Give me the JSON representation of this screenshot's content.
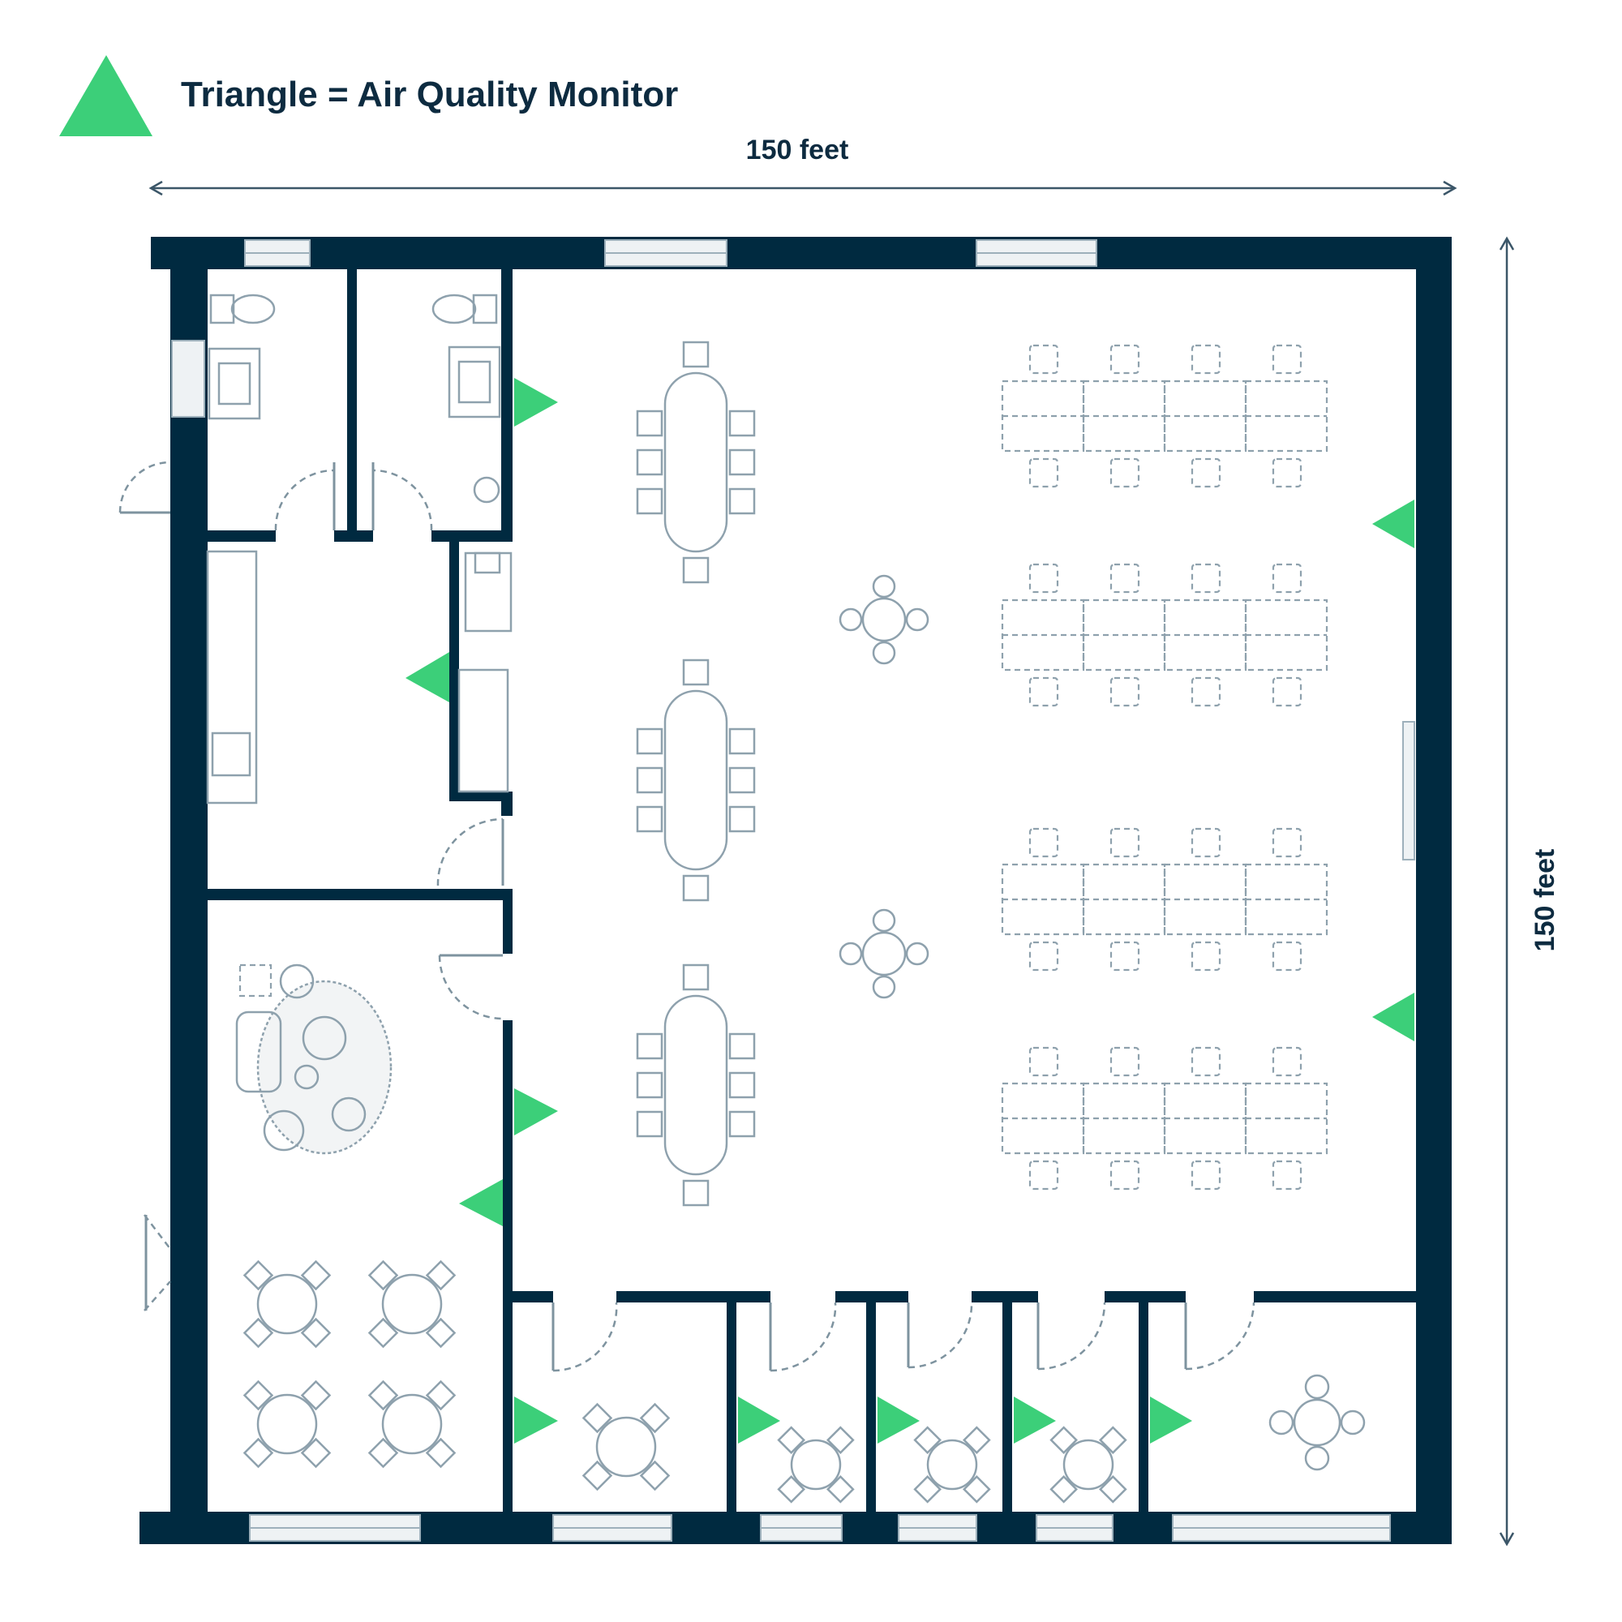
{
  "legend": {
    "text": "Triangle = Air Quality Monitor",
    "symbol": "triangle-icon",
    "color": "#3ccf79"
  },
  "dimensions": {
    "width_label": "150 feet",
    "height_label": "150 feet"
  },
  "colors": {
    "wall": "#002a40",
    "furniture": "#8ea1ad",
    "monitor": "#3ccf79"
  },
  "monitors": {
    "count": 11
  }
}
